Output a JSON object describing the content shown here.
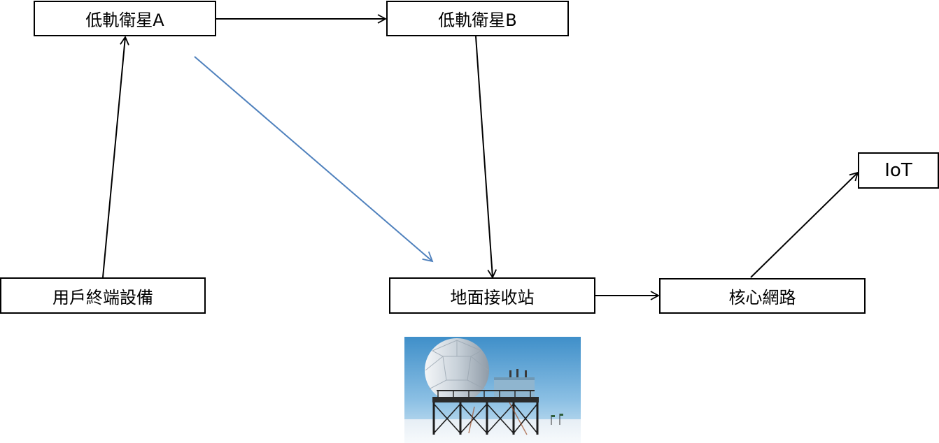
{
  "nodes": {
    "sat_a": "低軌衛星A",
    "sat_b": "低軌衛星B",
    "iot": "IoT",
    "user_terminal": "用戶終端設備",
    "ground_station": "地面接收站",
    "core_network": "核心網路"
  },
  "edges": [
    {
      "from": "user_terminal",
      "to": "sat_a",
      "color": "#000000"
    },
    {
      "from": "sat_a",
      "to": "sat_b",
      "color": "#000000"
    },
    {
      "from": "sat_b",
      "to": "ground_station",
      "color": "#000000"
    },
    {
      "from": "sat_a",
      "to": "ground_station",
      "color": "#4f81bd"
    },
    {
      "from": "ground_station",
      "to": "core_network",
      "color": "#000000"
    },
    {
      "from": "core_network",
      "to": "iot",
      "color": "#000000"
    }
  ],
  "image": {
    "subject": "ground-station-radome-photo"
  }
}
